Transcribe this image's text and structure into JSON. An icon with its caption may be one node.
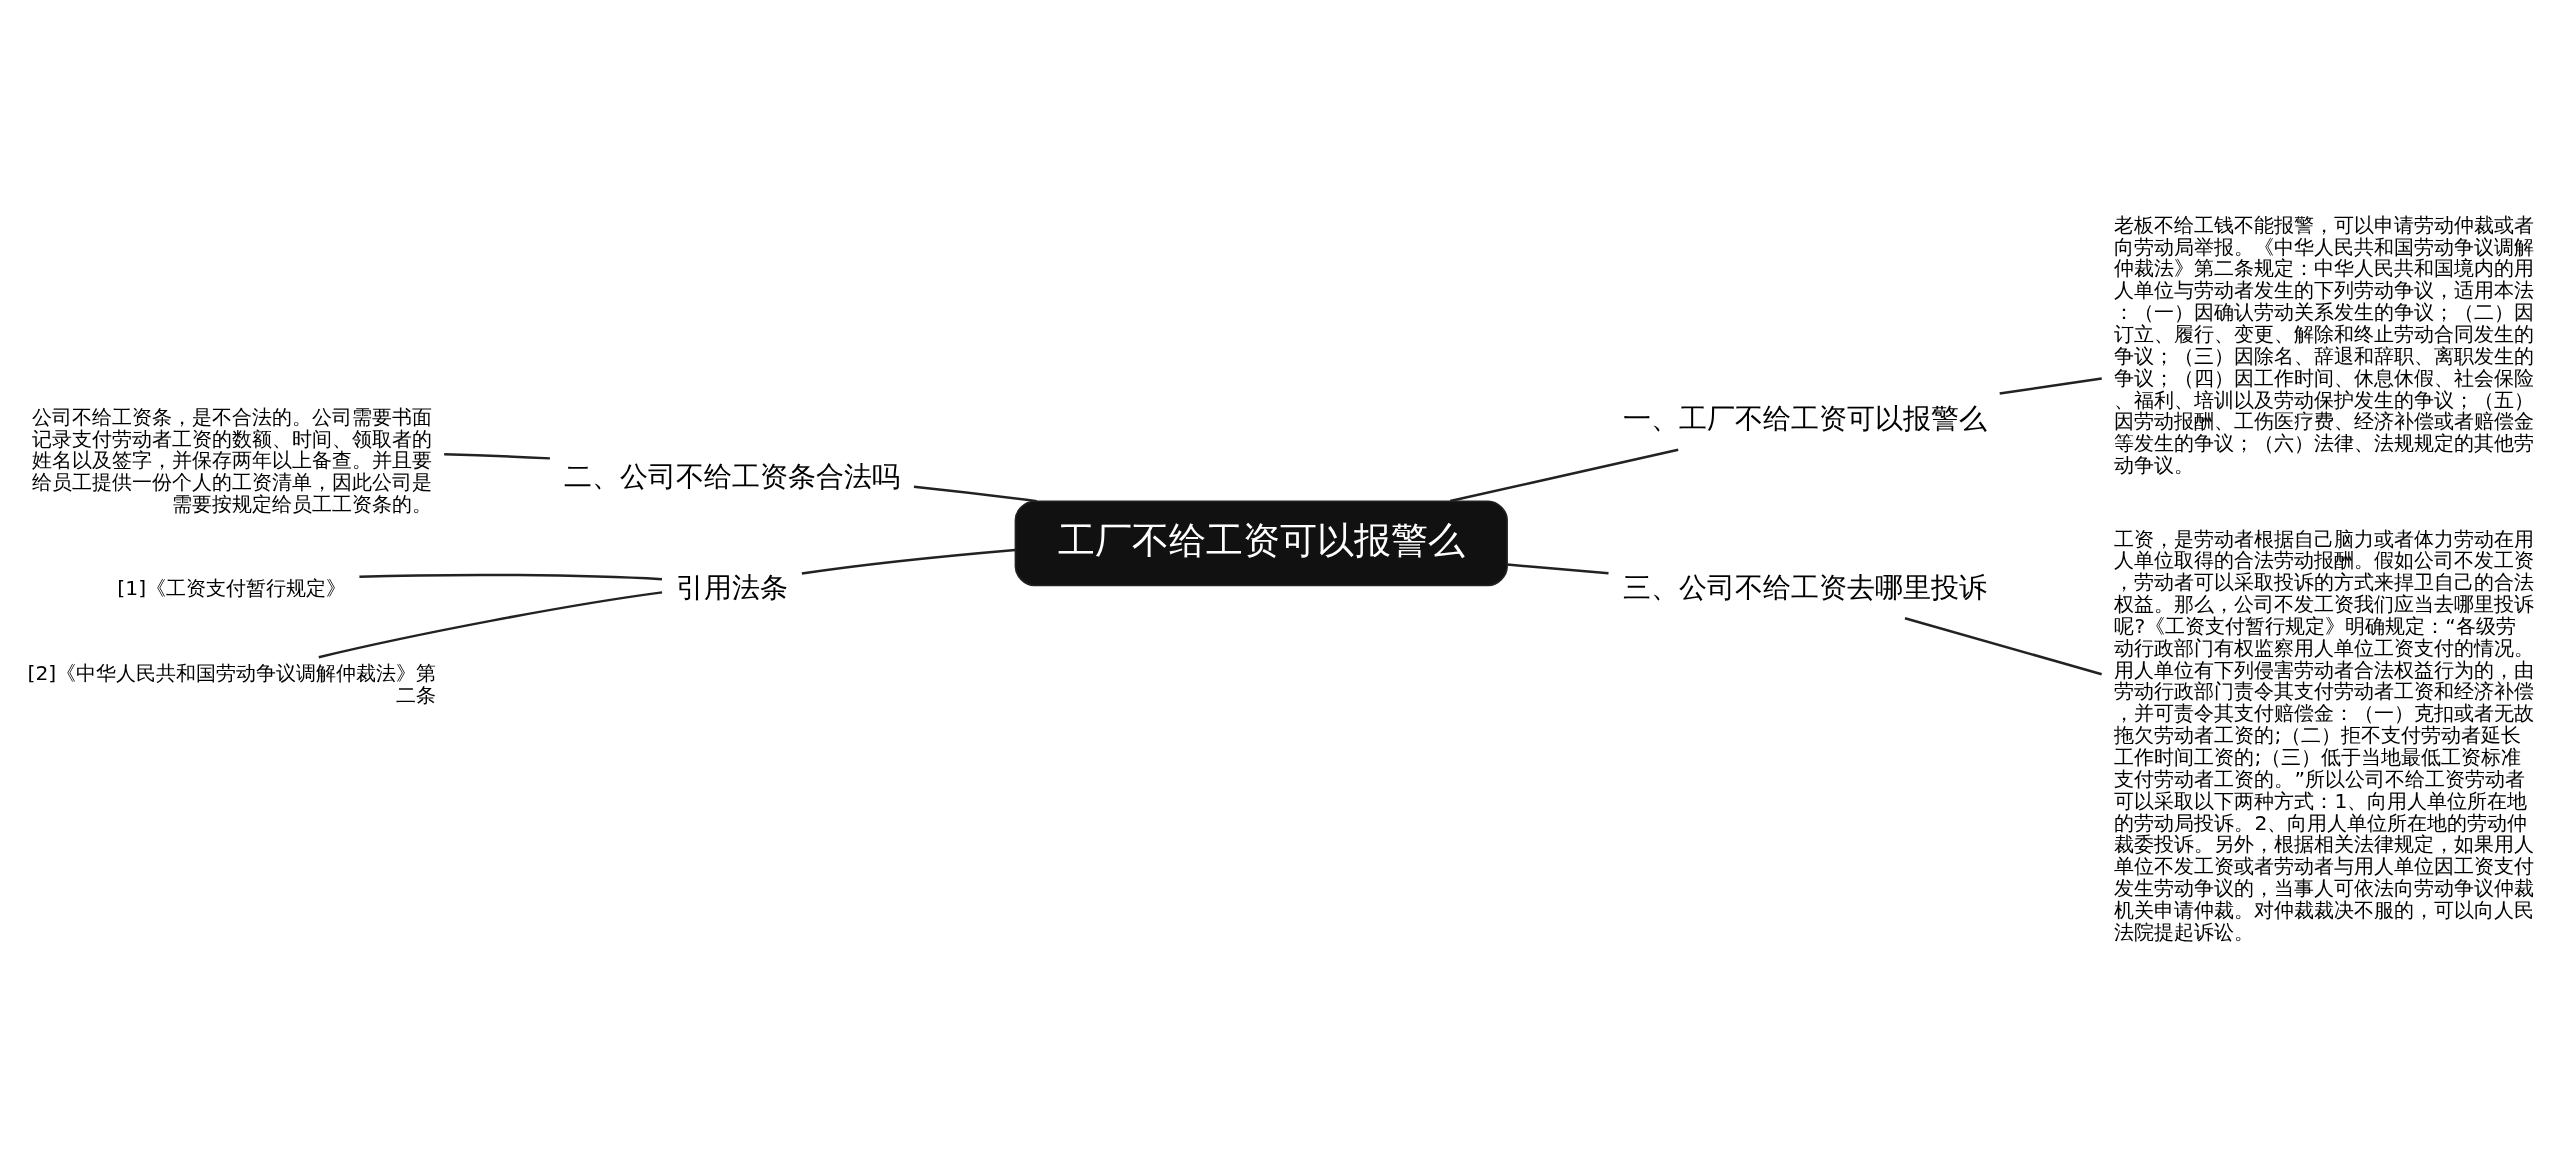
{
  "diagram": {
    "nodes": [
      {
        "text": [
          "工厂不给工资可以报警么"
        ]
      },
      {
        "text": [
          "一、工厂不给工资可以报警么"
        ]
      },
      {
        "text": [
          "老板不给工钱不能报警，可以申请劳动仲裁或者向劳动局举报。《中华人民共和国劳动争议调解仲裁法》第二条规定：中华人民共和国境内的用人单位与劳动者发生的下列劳动争议，适用本法：（一）因确认劳动关系发生的争议；（二）因订立、履行、变更、解除和终止劳动合同发生的争议；（三）因除名、辞退和辞职、离职发生的争议；（四）因工作时间、休息休假、社会保险、福利、培训以及劳动保护发生的争议；（五）因劳动报酬、工伤医疗费、经济补偿或者赔偿金等发生的争议；（六）法律、法规规定的其他劳动争议。"
        ]
      },
      {
        "text": [
          "二、公司不给工资条合法吗"
        ]
      },
      {
        "text": [
          "公司不给工资条，是不合法的。公司需要书面记录支付劳动者工资的数额、时间、领取者的姓名以及签字，并保存两年以上备查。并且要给员工提供一份个人的工资清单，因此公司是需要按规定给员工工资条的。"
        ]
      },
      {
        "text": [
          "引用法条"
        ]
      },
      {
        "text": [
          "[1]《工资支付暂行规定》"
        ]
      },
      {
        "text": [
          "[2]《中华人民共和国劳动争议调解仲裁法》第二条"
        ]
      },
      {
        "text": [
          "三、公司不给工资去哪里投诉"
        ]
      },
      {
        "text": [
          "工资，是劳动者根据自己脑力或者体力劳动在用人单位取得的合法劳动报酬。假如公司不发工资，劳动者可以采取投诉的方式来捍卫自己的合法权益。那么，公司不发工资我们应当去哪里投诉呢?《工资支付暂行规定》明确规定：“各级劳动行政部门有权监察用人单位工资支付的情况。用人单位有下列侵害劳动者合法权益行为的，由劳动行政部门责令其支付劳动者工资和经济补偿，并可责令其支付赔偿金：（一）克扣或者无故拖欠劳动者工资的;（二）拒不支付劳动者延长工作时间工资的;（三）低于当地最低工资标准支付劳动者工资的。”所以公司不给工资劳动者可以采取以下两种方式：1、向用人单位所在地的劳动局投诉。2、向用人单位所在地的劳动仲裁委投诉。另外，根据相关法律规定，如果用人单位不发工资或者劳动者与用人单位因工资支付发生劳动争议的，当事人可依法向劳动争议仲裁机关申请仲裁。对仲裁裁决不服的，可以向人民法院提起诉讼。"
        ]
      }
    ],
    "edges": [
      {
        "from": 0,
        "to": 1,
        "arrow": "none"
      },
      {
        "from": 1,
        "to": 2,
        "arrow": "none"
      },
      {
        "from": 0,
        "to": 3,
        "arrow": "none"
      },
      {
        "from": 3,
        "to": 4,
        "arrow": "none"
      },
      {
        "from": 0,
        "to": 5,
        "arrow": "none"
      },
      {
        "from": 5,
        "to": 6,
        "arrow": "none"
      },
      {
        "from": 5,
        "to": 7,
        "arrow": "none"
      },
      {
        "from": 0,
        "to": 8,
        "arrow": "none"
      },
      {
        "from": 8,
        "to": 9,
        "arrow": "none"
      }
    ]
  }
}
